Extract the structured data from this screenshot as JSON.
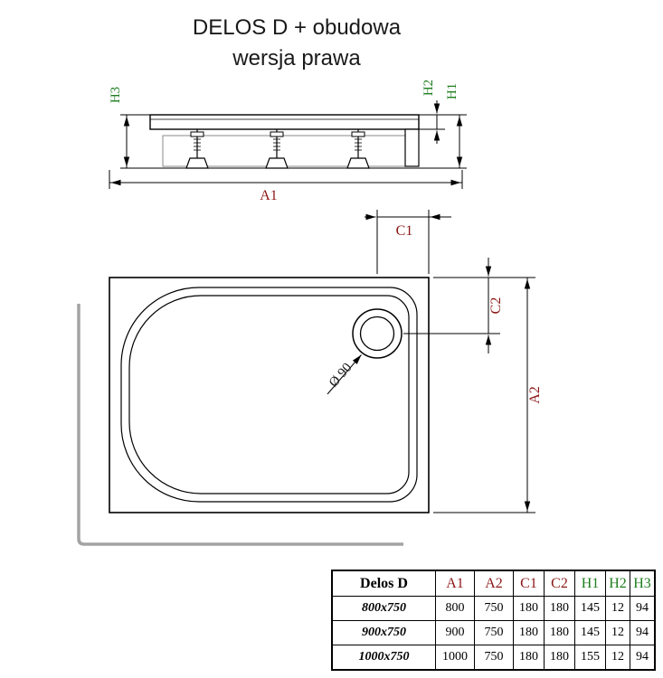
{
  "title": {
    "line1": "DELOS D + obudowa",
    "line2": "wersja prawa"
  },
  "colors": {
    "dimension_red": "#8b1616",
    "dimension_green": "#1e7d1e",
    "drawing_line": "#000000",
    "wall_gray": "#a3a3a3"
  },
  "drawing": {
    "labels": {
      "A1": "A1",
      "A2": "A2",
      "C1": "C1",
      "C2": "C2",
      "H1": "H1",
      "H2": "H2",
      "H3": "H3",
      "drain_diameter": "Ø 90"
    }
  },
  "table": {
    "header": [
      "Delos D",
      "A1",
      "A2",
      "C1",
      "C2",
      "H1",
      "H2",
      "H3"
    ],
    "rows": [
      [
        "800x750",
        "800",
        "750",
        "180",
        "180",
        "145",
        "12",
        "94"
      ],
      [
        "900x750",
        "900",
        "750",
        "180",
        "180",
        "145",
        "12",
        "94"
      ],
      [
        "1000x750",
        "1000",
        "750",
        "180",
        "180",
        "155",
        "12",
        "94"
      ]
    ]
  }
}
